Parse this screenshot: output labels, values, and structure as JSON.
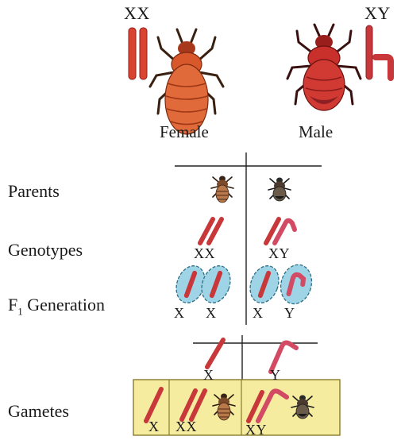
{
  "top": {
    "female_chromosomes": "XX",
    "male_chromosomes": "XY",
    "female_label": "Female",
    "male_label": "Male"
  },
  "rows": {
    "parents": "Parents",
    "genotypes": "Genotypes",
    "f1_prefix": "F",
    "f1_sub": "1",
    "f1_suffix": "Generation",
    "gametes": "Gametes"
  },
  "genotype_labels": {
    "female": "XX",
    "male": "XY"
  },
  "f1_labels": [
    "X",
    "X",
    "X",
    "Y"
  ],
  "gamete_labels": {
    "female": "X",
    "male": "Y"
  },
  "offspring_labels": [
    "X",
    "XX",
    "XY"
  ],
  "colors": {
    "chromosome": "#c8373a",
    "chromosome_dark": "#8e1f22",
    "female_fly": "#d9582b",
    "male_fly": "#c9302c",
    "cell_fill": "#9fd3e6",
    "cell_border": "#2a6f86",
    "box_fill": "#f5ec9f",
    "box_border": "#8a7b2c",
    "line": "#222222"
  },
  "icons": [
    "female-fly-icon",
    "male-fly-icon",
    "x-chromosome-icon",
    "y-chromosome-icon",
    "cell-icon"
  ]
}
